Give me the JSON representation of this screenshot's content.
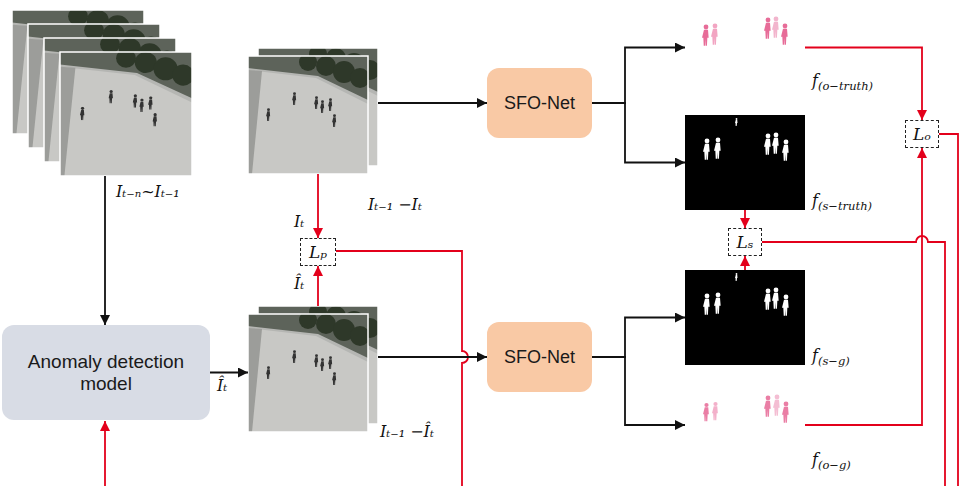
{
  "diagram": {
    "nodes": [
      {
        "text": [
          "Iₜ₋ₙ~Iₜ₋₁"
        ]
      },
      {
        "text": [
          "Iₜ₋₁ −Iₜ"
        ]
      },
      {
        "text": [
          "SFO-Net"
        ]
      },
      {
        "text": [
          "f(o−truth)"
        ]
      },
      {
        "text": [
          "f(s−truth)"
        ]
      },
      {
        "text": [
          "Lₚ"
        ]
      },
      {
        "text": [
          "Lₒ"
        ]
      },
      {
        "text": [
          "Lₛ"
        ]
      },
      {
        "text": [
          "Anomaly detection model"
        ]
      },
      {
        "text": [
          "Iₜ₋₁ −Îₜ"
        ]
      },
      {
        "text": [
          "SFO-Net"
        ]
      },
      {
        "text": [
          "f(s−g)"
        ]
      },
      {
        "text": [
          "f(o−g)"
        ]
      }
    ],
    "edges": [
      {
        "from": 0,
        "to": 8,
        "arrow": "to"
      },
      {
        "from": 8,
        "to": 9,
        "arrow": "to",
        "label": "Îₜ"
      },
      {
        "from": 1,
        "to": 2,
        "arrow": "to"
      },
      {
        "from": 9,
        "to": 10,
        "arrow": "to"
      },
      {
        "from": 2,
        "to": 3,
        "arrow": "to"
      },
      {
        "from": 2,
        "to": 4,
        "arrow": "to"
      },
      {
        "from": 10,
        "to": 11,
        "arrow": "to"
      },
      {
        "from": 10,
        "to": 12,
        "arrow": "to"
      },
      {
        "from": 1,
        "to": 5,
        "arrow": "to",
        "label": "Iₜ"
      },
      {
        "from": 9,
        "to": 5,
        "arrow": "to",
        "label": "Îₜ"
      },
      {
        "from": 3,
        "to": 6,
        "arrow": "to"
      },
      {
        "from": 12,
        "to": 6,
        "arrow": "to"
      },
      {
        "from": 4,
        "to": 7,
        "arrow": "to"
      },
      {
        "from": 11,
        "to": 7,
        "arrow": "to"
      }
    ]
  }
}
